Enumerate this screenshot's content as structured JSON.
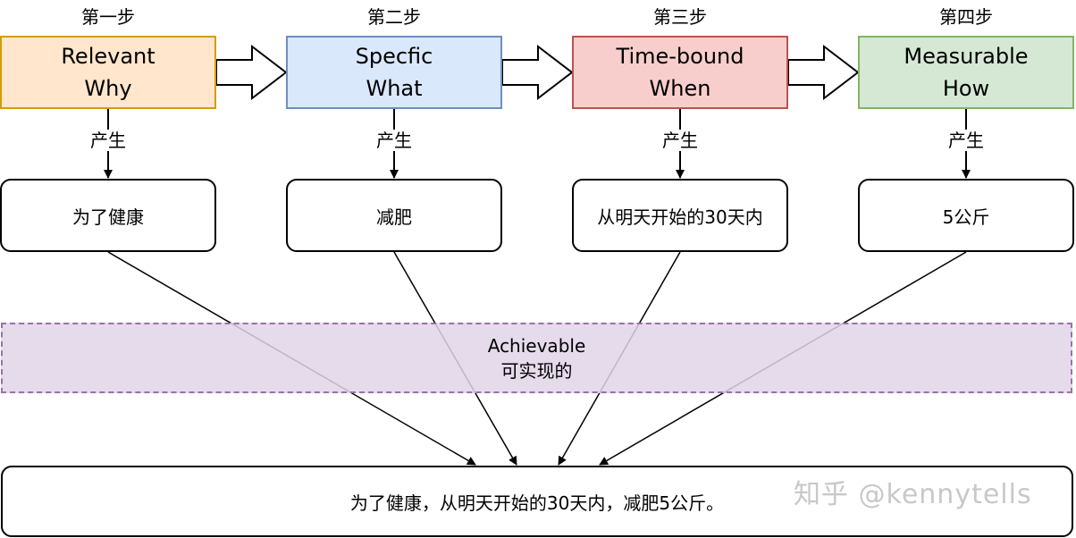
{
  "steps": [
    {
      "step": "第一步",
      "title": "Relevant",
      "subtitle": "Why",
      "fill": "#ffe6cc",
      "stroke": "#d79b00",
      "produce": "产生",
      "result": "为了健康"
    },
    {
      "step": "第二步",
      "title": "Specfic",
      "subtitle": "What",
      "fill": "#dae8fc",
      "stroke": "#6c8ebf",
      "produce": "产生",
      "result": "减肥"
    },
    {
      "step": "第三步",
      "title": "Time-bound",
      "subtitle": "When",
      "fill": "#f8cecc",
      "stroke": "#b85450",
      "produce": "产生",
      "result": "从明天开始的30天内"
    },
    {
      "step": "第四步",
      "title": "Measurable",
      "subtitle": "How",
      "fill": "#d5e8d4",
      "stroke": "#82b366",
      "produce": "产生",
      "result": "5公斤"
    }
  ],
  "achievable": {
    "title": "Achievable",
    "subtitle": "可实现的",
    "fill": "#e1d5e7",
    "stroke": "#9673a6"
  },
  "final": "为了健康，从明天开始的30天内，减肥5公斤。",
  "watermark": "知乎 @kennytells"
}
